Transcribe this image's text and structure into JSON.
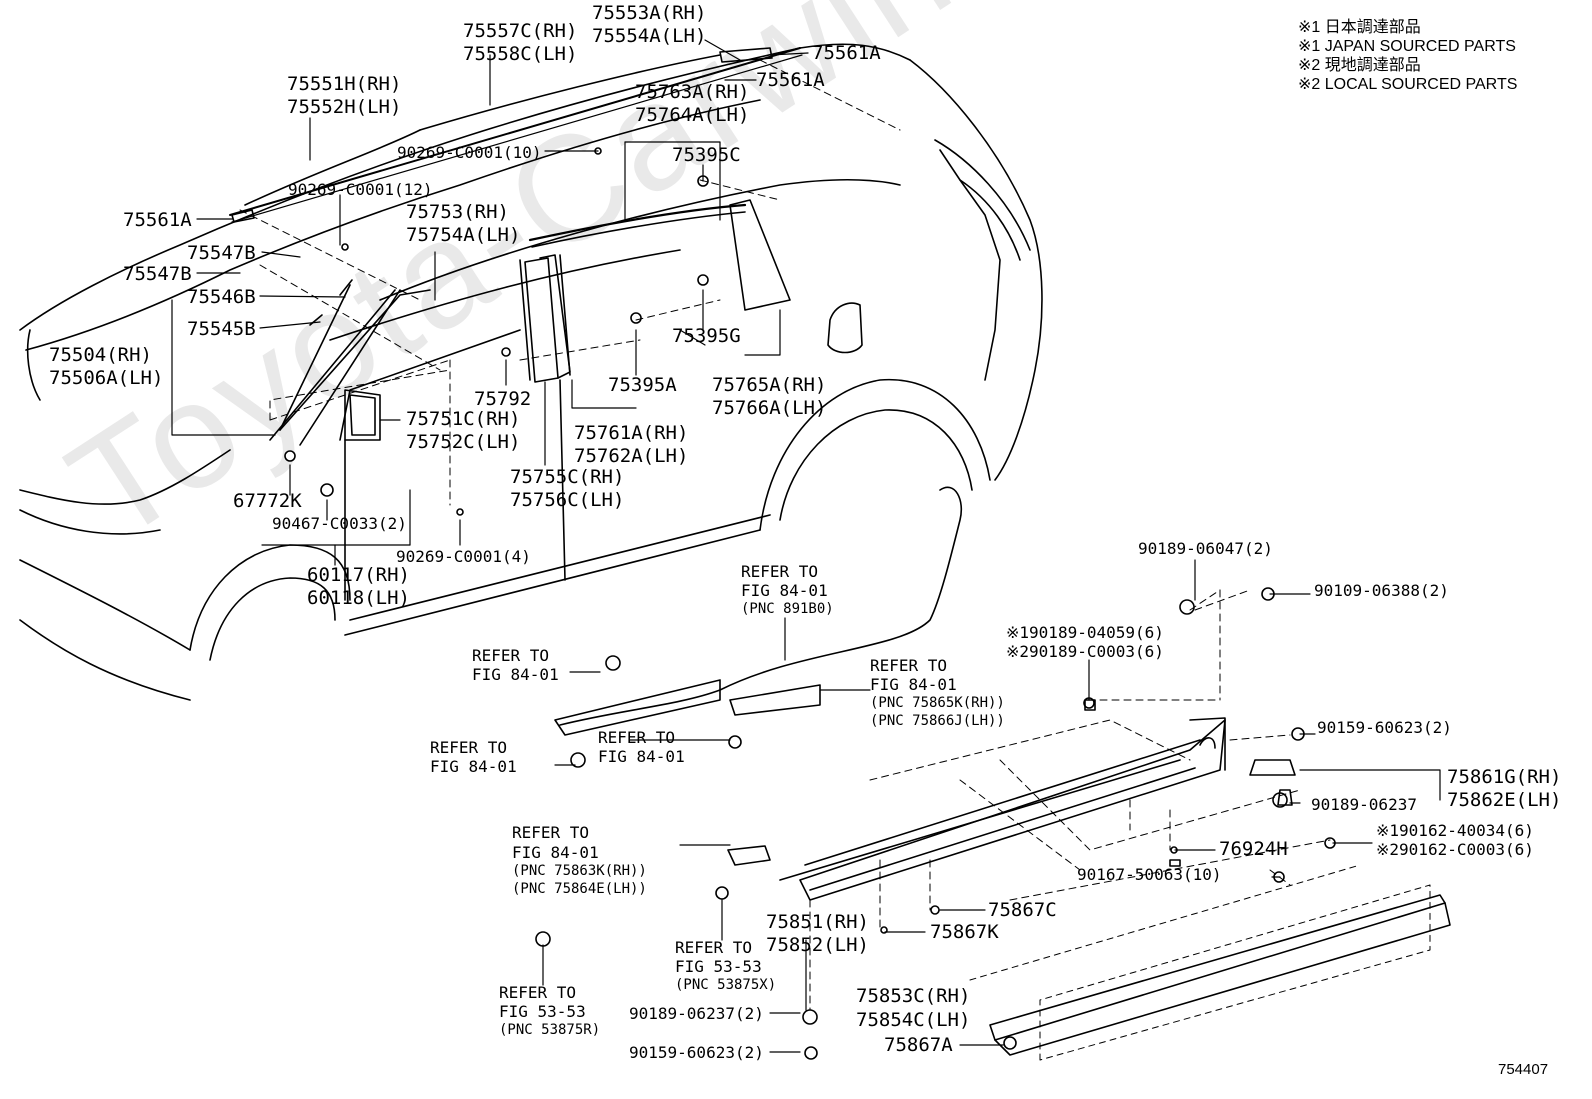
{
  "watermark": "Toyota-Carwine.ru",
  "figure_code": "754407",
  "notes": [
    "※1 日本調達部品",
    "※1 JAPAN SOURCED PARTS",
    "※2 現地調達部品",
    "※2 LOCAL SOURCED PARTS"
  ],
  "labels": {
    "p75553a": "75553A(RH)",
    "p75554a": "75554A(LH)",
    "p75557c": "75557C(RH)",
    "p75558c": "75558C(LH)",
    "p75561a_top": "75561A",
    "p75561a_mid": "75561A",
    "p75551h": "75551H(RH)",
    "p75552h": "75552H(LH)",
    "p75763a": "75763A(RH)",
    "p75764a": "75764A(LH)",
    "p90269_10": "90269-C0001(10)",
    "p75395c": "75395C",
    "p90269_12": "90269-C0001(12)",
    "p75561a_left": "75561A",
    "p75753": "75753(RH)",
    "p75754a": "75754A(LH)",
    "p75547b_1": "75547B",
    "p75547b_2": "75547B",
    "p75546b": "75546B",
    "p75545b": "75545B",
    "p75395g": "75395G",
    "p75504": "75504(RH)",
    "p75506a": "75506A(LH)",
    "p75792": "75792",
    "p75395a": "75395A",
    "p75765a": "75765A(RH)",
    "p75766a": "75766A(LH)",
    "p75751c": "75751C(RH)",
    "p75752c": "75752C(LH)",
    "p75761a": "75761A(RH)",
    "p75762a": "75762A(LH)",
    "p67772k": "67772K",
    "p75755c": "75755C(RH)",
    "p75756c": "75756C(LH)",
    "p90467": "90467-C0033(2)",
    "p90269_4": "90269-C0001(4)",
    "p60117": "60117(RH)",
    "p60118": "60118(LH)",
    "ref1_a": "REFER TO",
    "ref1_b": "FIG 84-01",
    "ref1_c": "(PNC 891B0)",
    "p90189_06047": "90189-06047(2)",
    "p90109": "90109-06388(2)",
    "n1_90189_04059": "※190189-04059(6)",
    "n2_90189_c0003": "※290189-C0003(6)",
    "ref2_a": "REFER TO",
    "ref2_b": "FIG 84-01",
    "ref3_a": "REFER TO",
    "ref3_b": "FIG 84-01",
    "ref3_c": "(PNC 75865K(RH))",
    "ref3_d": "(PNC 75866J(LH))",
    "p90159_top": "90159-60623(2)",
    "ref4_a": "REFER TO",
    "ref4_b": "FIG 84-01",
    "ref5_a": "REFER TO",
    "ref5_b": "FIG 84-01",
    "p75861g": "75861G(RH)",
    "p75862e": "75862E(LH)",
    "p90189_06237_r": "90189-06237",
    "n1_90162": "※190162-40034(6)",
    "n2_90162": "※290162-C0003(6)",
    "ref6_a": "REFER TO",
    "ref6_b": "FIG 84-01",
    "ref6_c": "(PNC 75863K(RH))",
    "ref6_d": "(PNC 75864E(LH))",
    "p76924h": "76924H",
    "p90167": "90167-50063(10)",
    "p75867c": "75867C",
    "p75851": "75851(RH)",
    "p75852": "75852(LH)",
    "p75867k": "75867K",
    "ref7_a": "REFER TO",
    "ref7_b": "FIG 53-53",
    "ref7_c": "(PNC 53875X)",
    "ref8_a": "REFER TO",
    "ref8_b": "FIG 53-53",
    "ref8_c": "(PNC 53875R)",
    "p90189_06237_b": "90189-06237(2)",
    "p90159_bot": "90159-60623(2)",
    "p75853c": "75853C(RH)",
    "p75854c": "75854C(LH)",
    "p75867a": "75867A"
  }
}
